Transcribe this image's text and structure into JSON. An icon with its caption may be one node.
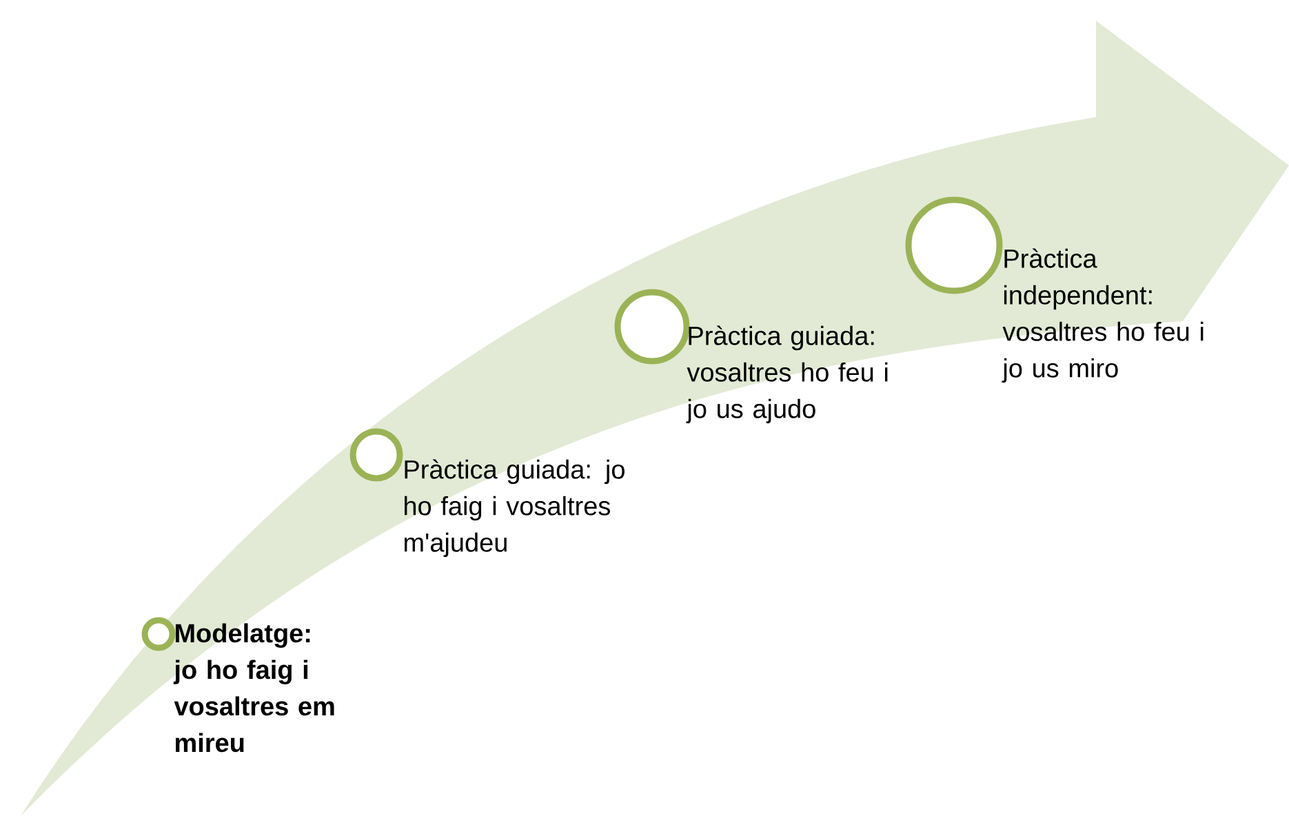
{
  "diagram": {
    "nodes": [
      {
        "text": [],
        "shape": "circle",
        "beside": [
          "Modelatge: jo ho faig i vosaltres em mireu"
        ]
      },
      {
        "text": [],
        "shape": "circle",
        "beside": [
          "Pràctica guiada: jo ho faig i vosaltres m'ajudeu"
        ]
      },
      {
        "text": [],
        "shape": "circle",
        "beside": [
          "Pràctica guiada: vosaltres ho feu i jo us ajudo"
        ]
      },
      {
        "text": [],
        "shape": "circle",
        "beside": [
          "Pràctica independent: vosaltres ho feu i jo us miro"
        ]
      }
    ]
  }
}
